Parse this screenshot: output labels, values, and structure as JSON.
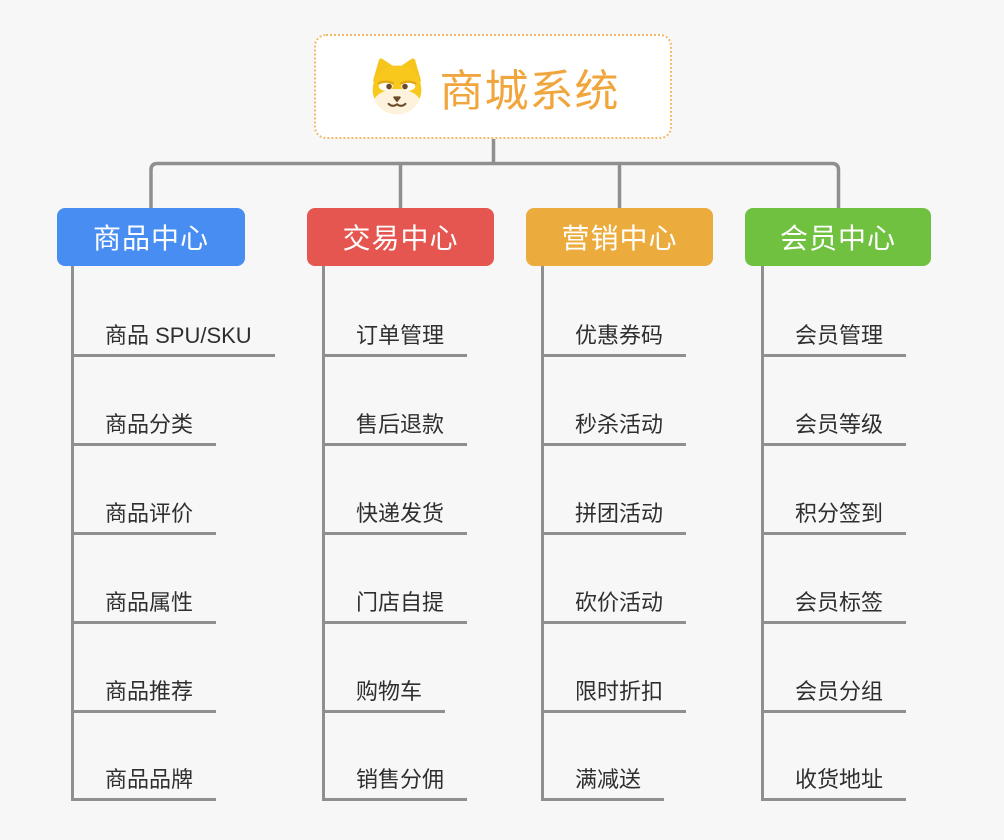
{
  "page": {
    "background_color": "#f7f7f7"
  },
  "connector_color": "#8f8f8f",
  "root": {
    "title": "商城系统",
    "icon": "shiba-dog-face",
    "text_color": "#f0a63c",
    "border_color": "#f2b969",
    "fill_color": "#ffffff"
  },
  "branches": [
    {
      "label": "商品中心",
      "color": "#478df2",
      "items": [
        "商品 SPU/SKU",
        "商品分类",
        "商品评价",
        "商品属性",
        "商品推荐",
        "商品品牌"
      ]
    },
    {
      "label": "交易中心",
      "color": "#e4564f",
      "items": [
        "订单管理",
        "售后退款",
        "快递发货",
        "门店自提",
        "购物车",
        "销售分佣"
      ]
    },
    {
      "label": "营销中心",
      "color": "#ecab3d",
      "items": [
        "优惠券码",
        "秒杀活动",
        "拼团活动",
        "砍价活动",
        "限时折扣",
        "满减送"
      ]
    },
    {
      "label": "会员中心",
      "color": "#6fc13f",
      "items": [
        "会员管理",
        "会员等级",
        "积分签到",
        "会员标签",
        "会员分组",
        "收货地址"
      ]
    }
  ]
}
